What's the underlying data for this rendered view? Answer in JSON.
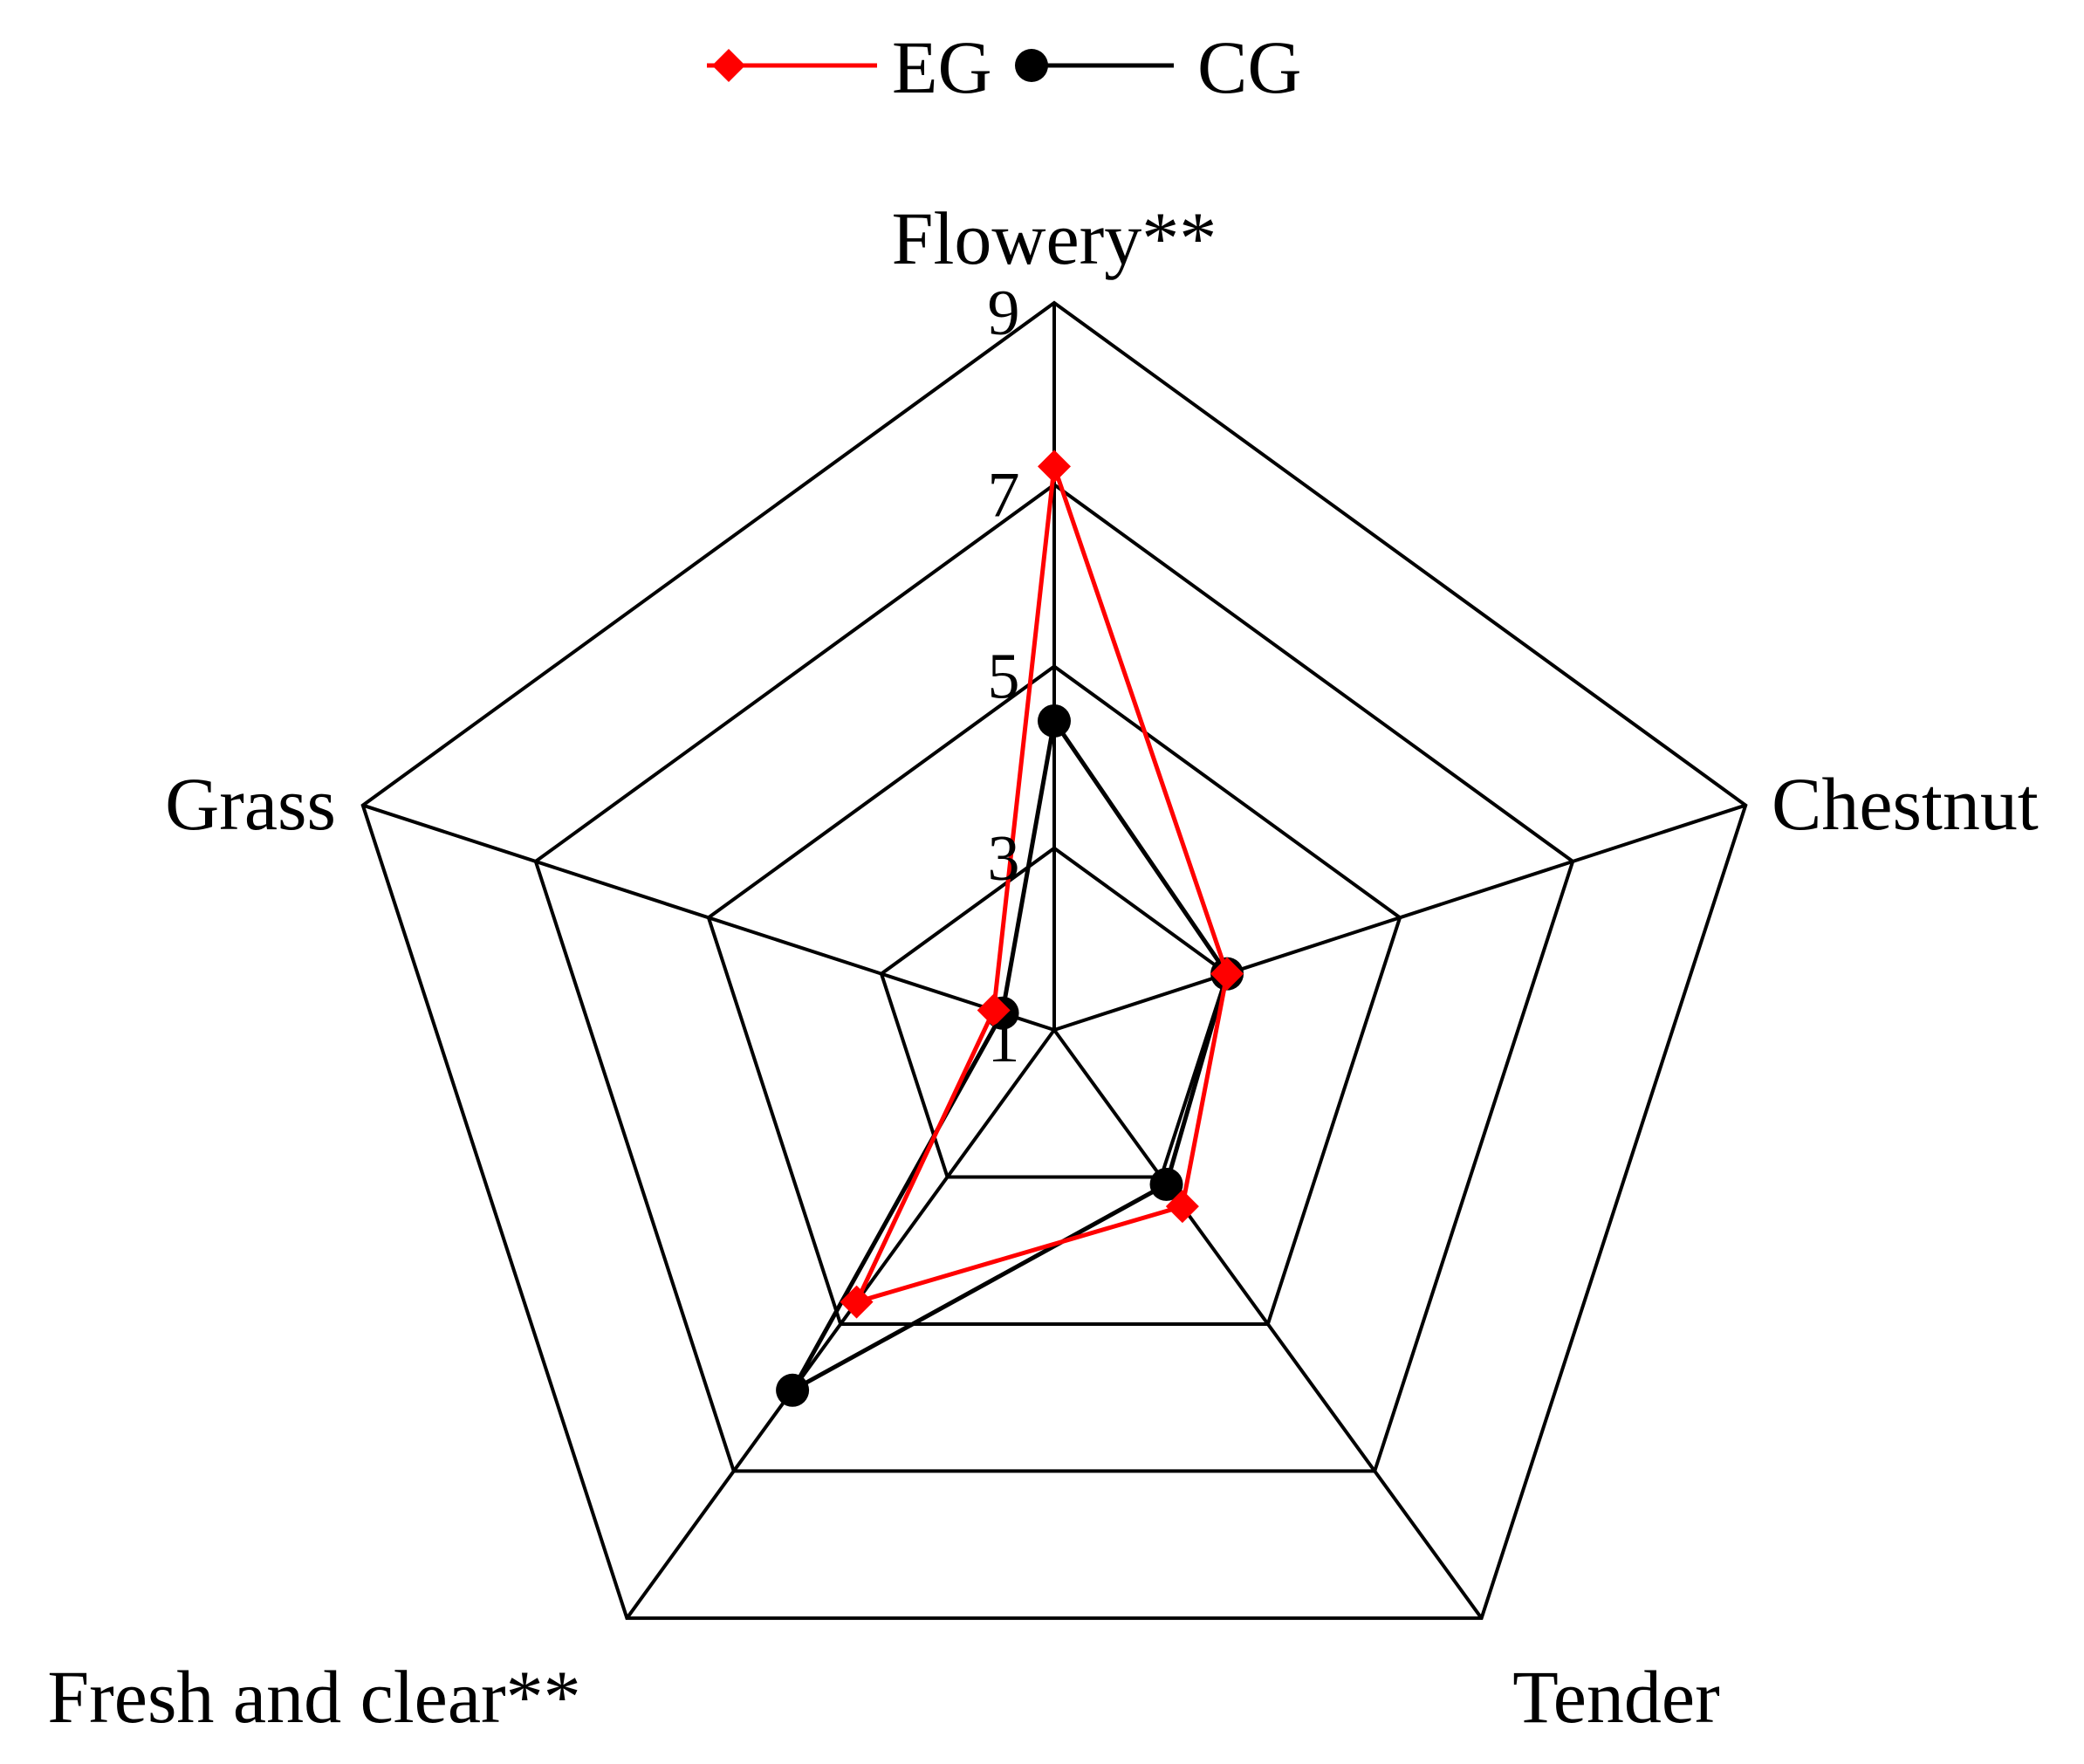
{
  "chart_data": {
    "type": "radar",
    "axes": [
      "Flowery**",
      "Chestnut",
      "Tender",
      "Fresh and clear**",
      "Grass"
    ],
    "range": [
      1,
      9
    ],
    "ticks": [
      1,
      3,
      5,
      7,
      9
    ],
    "tick_labels": [
      "1",
      "3",
      "5",
      "7",
      "9"
    ],
    "grid": true,
    "legend_position": "top",
    "series": [
      {
        "name": "EG",
        "color": "#ff0000",
        "marker": "diamond",
        "values": [
          7.2,
          3.0,
          3.4,
          4.7,
          1.7
        ]
      },
      {
        "name": "CG",
        "color": "#000000",
        "marker": "circle",
        "values": [
          4.4,
          3.0,
          3.1,
          5.9,
          1.6
        ]
      }
    ]
  }
}
